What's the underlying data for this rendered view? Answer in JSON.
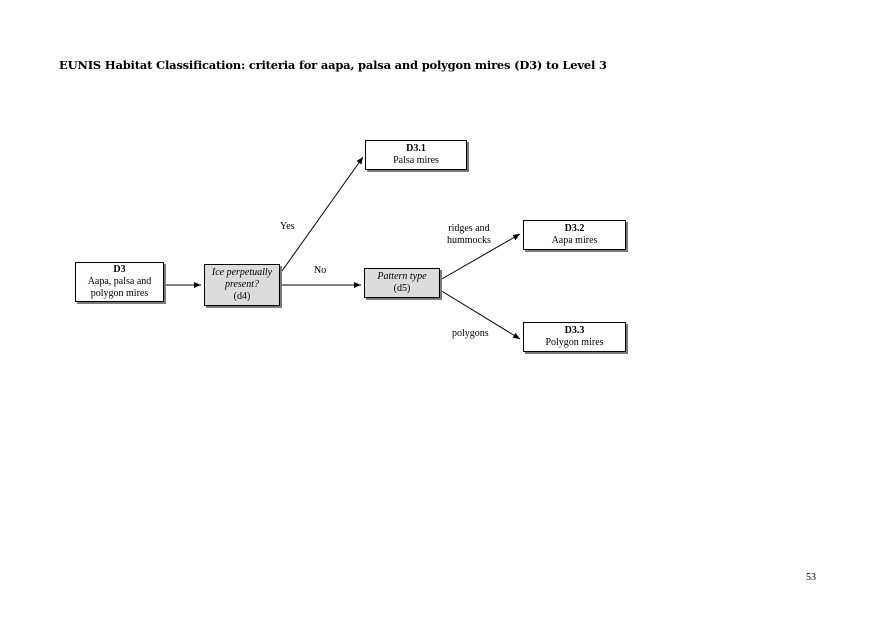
{
  "title": "EUNIS Habitat Classification: criteria for aapa, palsa and polygon mires (D3) to Level 3",
  "nodes": {
    "d3": {
      "code": "D3",
      "line1": "Aapa, palsa and",
      "line2": "polygon mires"
    },
    "d4": {
      "question_line1": "Ice perpetually",
      "question_line2": "present?",
      "ref": "(d4)"
    },
    "d5": {
      "question": "Pattern type",
      "ref": "(d5)"
    },
    "d3_1": {
      "code": "D3.1",
      "name": "Palsa mires"
    },
    "d3_2": {
      "code": "D3.2",
      "name": "Aapa mires"
    },
    "d3_3": {
      "code": "D3.3",
      "name": "Polygon mires"
    }
  },
  "edge_labels": {
    "yes": "Yes",
    "no": "No",
    "ridges_line1": "ridges and",
    "ridges_line2": "hummocks",
    "polygons": "polygons"
  },
  "page_number": "53",
  "colors": {
    "decision_fill": "#dcdcdc",
    "box_shadow": "#7a7a7a"
  }
}
